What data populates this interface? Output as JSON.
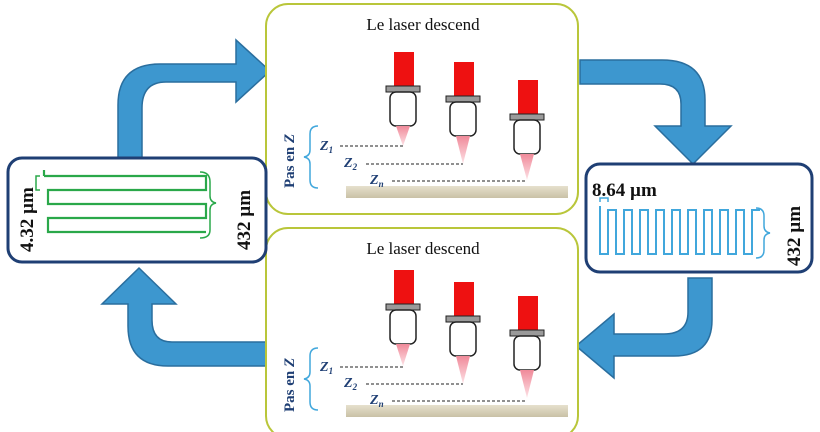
{
  "colors": {
    "arrow_fill": "#3d97cf",
    "arrow_stroke": "#2a6e9e",
    "panel_border": "#b9c63a",
    "card_border": "#1f3f74",
    "laser_red": "#ee1111",
    "green_path": "#2aa84a",
    "blue_path": "#41a7dc",
    "label_blue": "#1f3f74",
    "floor": "#d9d3bf"
  },
  "top_panel": {
    "title": "Le laser descend",
    "axis_label_prefix": "Pas en ",
    "axis_label_var": "Z",
    "z1": "Z",
    "z1_sub": "1",
    "z2": "Z",
    "z2_sub": "2",
    "zn": "Z",
    "zn_sub": "n"
  },
  "bottom_panel": {
    "title": "Le laser descend",
    "axis_label_prefix": "Pas en ",
    "axis_label_var": "Z",
    "z1": "Z",
    "z1_sub": "1",
    "z2": "Z",
    "z2_sub": "2",
    "zn": "Z",
    "zn_sub": "n"
  },
  "left_card": {
    "pitch_label": "4.32 µm",
    "length_label": "432 µm",
    "path_color_name": "green"
  },
  "right_card": {
    "pitch_label": "8.64 µm",
    "length_label": "432 µm",
    "path_color_name": "blue"
  }
}
